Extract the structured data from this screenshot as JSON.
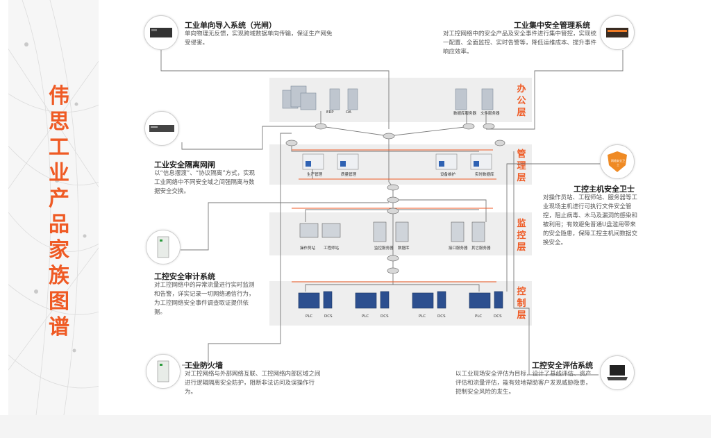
{
  "sidebar": {
    "title": "伟思工业产品家族图谱"
  },
  "zones": [
    {
      "label": "办公层"
    },
    {
      "label": "管理层"
    },
    {
      "label": "监控层"
    },
    {
      "label": "控制层"
    }
  ],
  "products": {
    "unidirectional": {
      "title": "工业单向导入系统（光闸）",
      "desc": "单向物理无反馈，实现跨域数据单向传输，保证生产网免受侵害。"
    },
    "central": {
      "title": "工业集中安全管理系统",
      "desc": "对工控网络中的安全产品及安全事件进行集中管控，实现统一配置、全面监控、实时告警等，降低运维成本、提升事件响应效率。"
    },
    "isolation": {
      "title": "工业安全隔离网闸",
      "desc": "以“信息摆渡”、“协议隔离”方式，实现工业网络中不同安全域之间强隔离与数据安全交换。"
    },
    "host_guard": {
      "title": "工控主机安全卫士",
      "desc": "对操作员站、工程师站、服务器等工业现场主机进行可执行文件安全管控，阻止病毒、木马及漏洞的感染和被利用；有效避免普通U盘滥用带来的安全隐患，保障工控主机间数据交换安全。"
    },
    "audit": {
      "title": "工控安全审计系统",
      "desc": "对工控网络中的异常流量进行实时监测和告警，详实记录一切网络通信行为，为工控网络安全事件调查取证提供依据。"
    },
    "firewall": {
      "title": "工业防火墙",
      "desc": "对工控网络与外部网络互联、工控网络内部区域之间进行逻辑隔离安全防护，阻断非法访问及误操作行为。"
    },
    "assess": {
      "title": "工控安全评估系统",
      "desc": "以工业现场安全评估为目标，设计了基线评估、资产评估和流量评估，能有效地帮助客户发现威胁隐患，扼制安全风险的发生。"
    }
  },
  "devices": {
    "office": [
      "ERP",
      "OA",
      "数据库服务器",
      "文件服务器"
    ],
    "mgmt": [
      "生产管理",
      "质量管理",
      "设备维护",
      "实时数据库"
    ],
    "monitor": [
      "操作员站",
      "工程师站",
      "监控服务器",
      "数据库",
      "接口服务器",
      "其它服务器"
    ],
    "control": [
      "PLC",
      "DCS",
      "PLC",
      "DCS",
      "PLC",
      "DCS",
      "PLC",
      "DCS"
    ]
  },
  "badge": {
    "text": "网络安全卫士"
  },
  "colors": {
    "accent": "#ef5a24",
    "zone_bg": "#eeeeee",
    "line": "#666666"
  }
}
